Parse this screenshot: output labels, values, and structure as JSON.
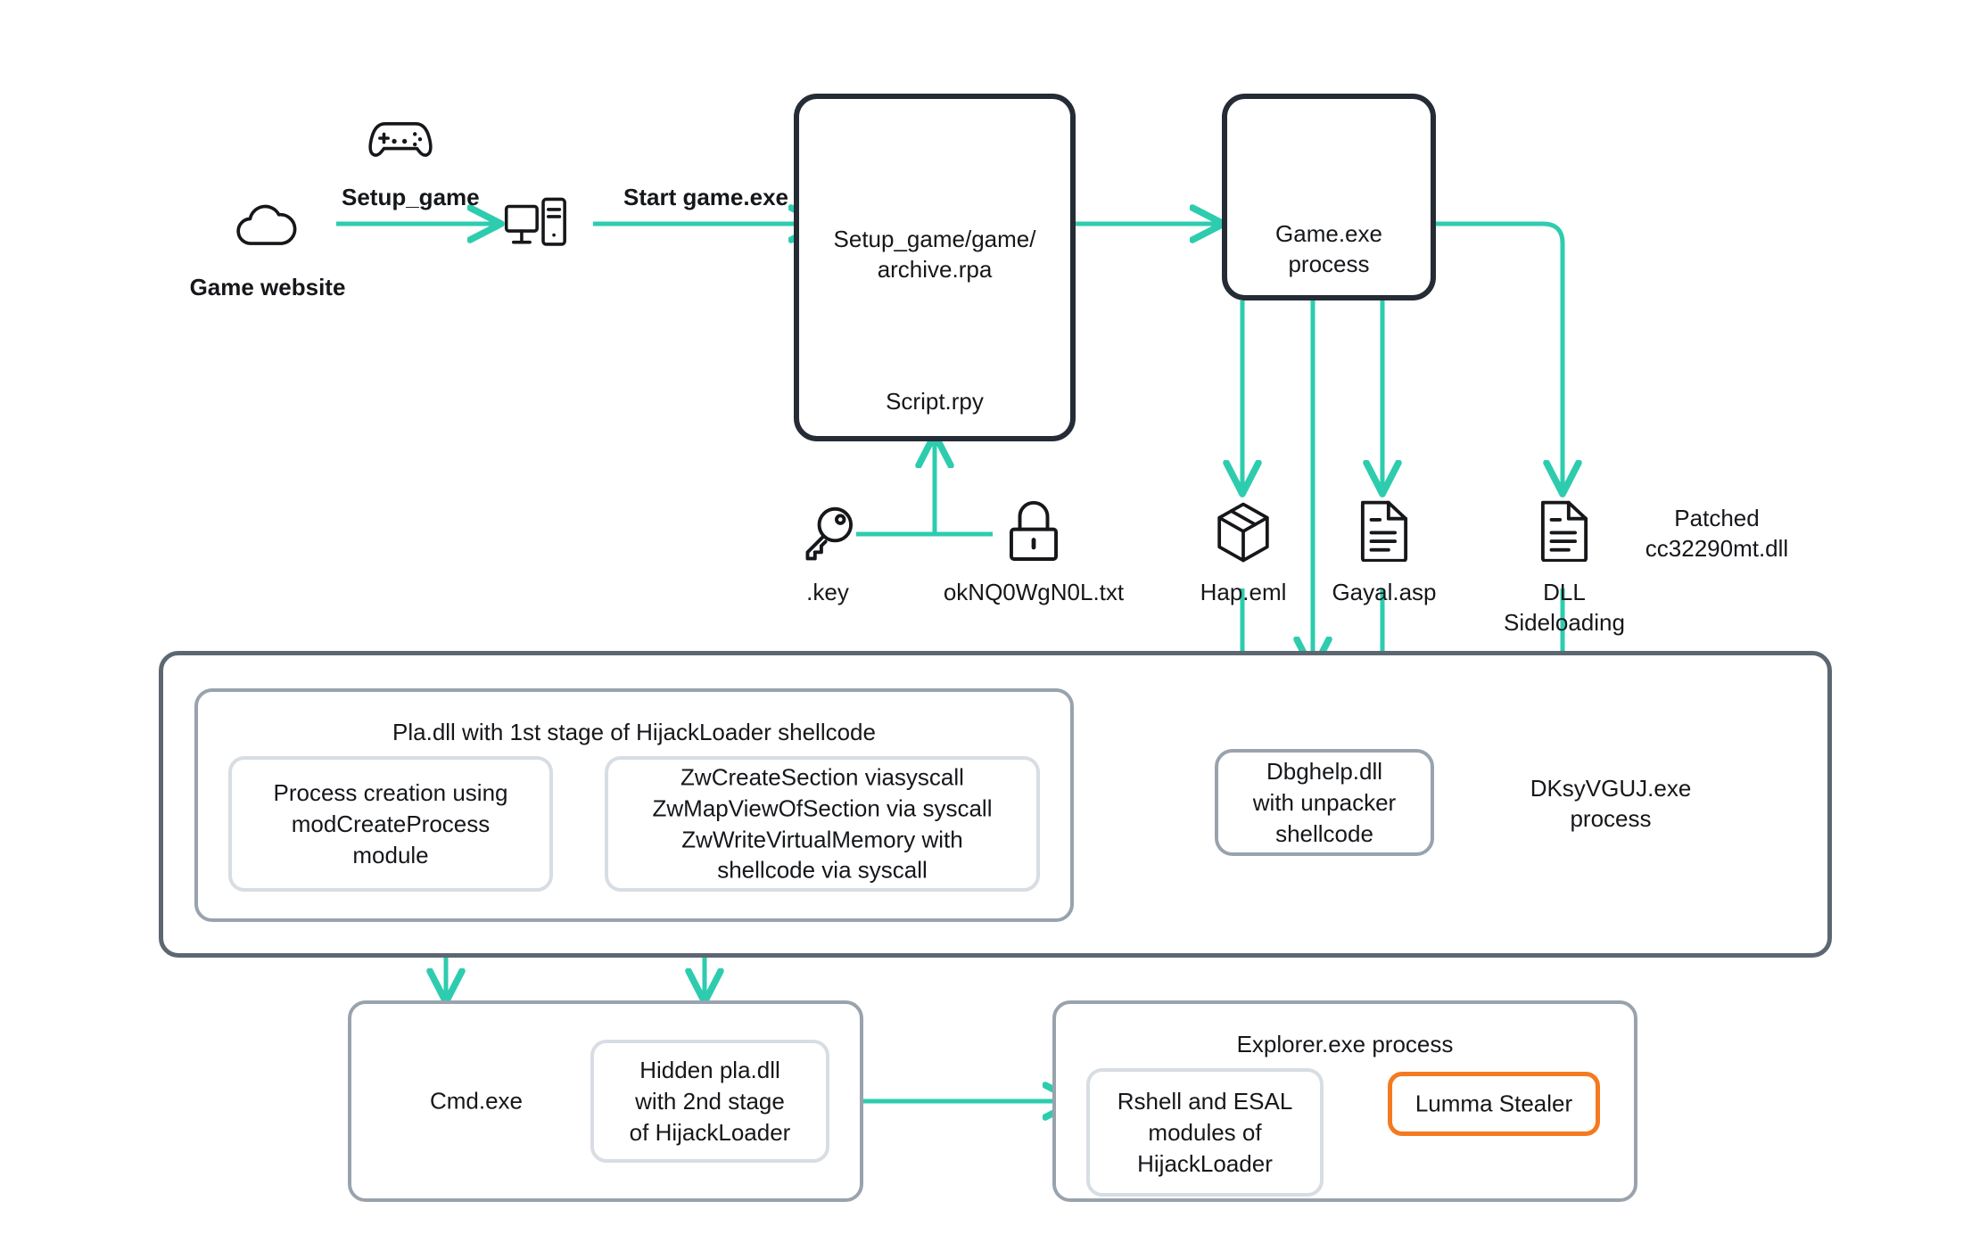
{
  "diagram": {
    "title": "Lumma Stealer infection chain via fake game installer",
    "accent_color": "#2ECCAE",
    "dark_border_color": "#252C35",
    "outer_border_color": "#5D6772",
    "mid_border_color": "#99A3AD",
    "light_border_color": "#D7DDE3",
    "highlight_color": "#F47A20",
    "text_color": "#15171A",
    "background_color": "#FFFFFF"
  },
  "nodes": {
    "game_website": {
      "label": "Game website",
      "icon": "cloud-icon"
    },
    "gamepad_top": {
      "icon": "gamepad-icon"
    },
    "victim_pc": {
      "icon": "desktop-computer-icon"
    },
    "archive_box": {
      "folder_icon": "folder-icon",
      "folder_label": "Setup_game/game/\narchive.rpa",
      "script_icon": "document-icon",
      "script_label": "Script.rpy"
    },
    "game_process": {
      "icon": "gamepad-icon",
      "label": "Game.exe\nprocess"
    },
    "key_file": {
      "icon": "key-icon",
      "label": ".key"
    },
    "lock_file": {
      "icon": "padlock-icon",
      "label": "okNQ0WgN0L.txt"
    },
    "hap_eml": {
      "icon": "package-icon",
      "label": "Hap.eml"
    },
    "gayal_asp": {
      "icon": "document-icon",
      "label": "Gayal.asp"
    },
    "dll_sideloading": {
      "icon": "document-icon",
      "label": "DLL\nSideloading"
    },
    "patched_dll": {
      "label": "Patched\ncc32290mt.dll"
    },
    "pla_dll_group": {
      "label": "Pla.dll with 1st stage of HijackLoader shellcode"
    },
    "process_creation": {
      "label": "Process creation using\nmodCreateProcess\nmodule"
    },
    "syscalls": {
      "label": "ZwCreateSection viasyscall\nZwMapViewOfSection via syscall\nZwWriteVirtualMemory with\nshellcode via syscall"
    },
    "dbghelp": {
      "label": "Dbghelp.dll\nwith unpacker\nshellcode"
    },
    "dksyvguj": {
      "label": "DKsyVGUJ.exe\nprocess"
    },
    "cmd_exe": {
      "label": "Cmd.exe"
    },
    "hidden_pla_dll": {
      "label": "Hidden pla.dll\nwith 2nd stage\nof HijackLoader"
    },
    "explorer_process": {
      "label": "Explorer.exe process"
    },
    "rshell_esal": {
      "label": "Rshell and ESAL\nmodules of\nHijackLoader"
    },
    "lumma_stealer": {
      "label": "Lumma Stealer"
    }
  },
  "edges": {
    "setup_game": {
      "label": "Setup_game",
      "from": "game_website",
      "to": "victim_pc"
    },
    "start_game_exe": {
      "label": "Start game.exe",
      "from": "victim_pc",
      "to": "archive_box"
    }
  }
}
